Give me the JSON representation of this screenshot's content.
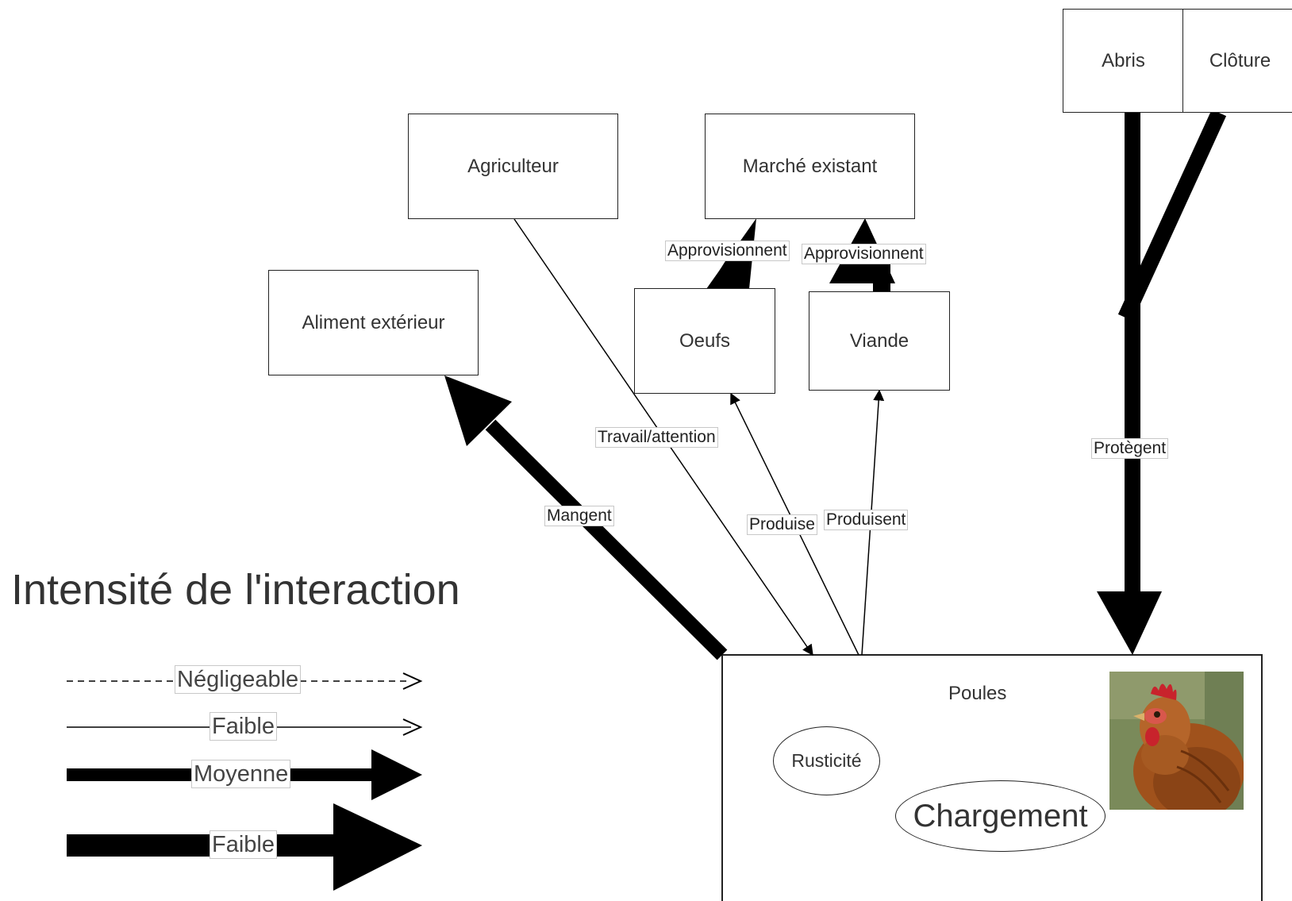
{
  "nodes": {
    "abris": "Abris",
    "cloture": "Clôture",
    "agriculteur": "Agriculteur",
    "marche": "Marché existant",
    "aliment": "Aliment extérieur",
    "oeufs": "Oeufs",
    "viande": "Viande",
    "poules": "Poules",
    "rusticite": "Rusticité",
    "chargement": "Chargement"
  },
  "edges": {
    "approvisionnent_oeufs": "Approvisionnent",
    "approvisionnent_viande": "Approvisionnent",
    "travail": "Travail/attention",
    "mangent": "Mangent",
    "produise": "Produise",
    "produisent": "Produisent",
    "protegent": "Protègent"
  },
  "legend": {
    "title": "Intensité de l'interaction",
    "levels": [
      "Négligeable",
      "Faible",
      "Moyenne",
      "Faible"
    ]
  },
  "colors": {
    "line": "#000000",
    "box_border": "#222222",
    "text": "#333333"
  },
  "icons": {
    "photo": "hen-photo"
  }
}
